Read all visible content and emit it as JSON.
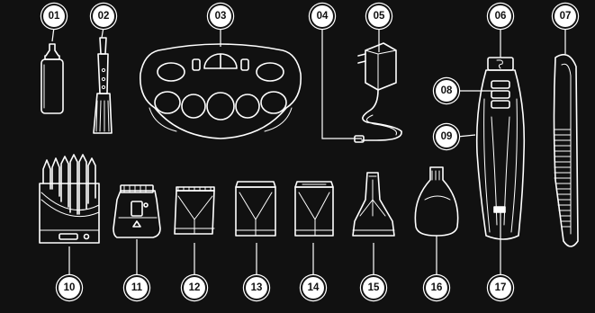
{
  "colors": {
    "background": "#111111",
    "linework": "#ffffff",
    "badge_fill": "#ffffff",
    "badge_text": "#111111"
  },
  "callouts": [
    "01",
    "02",
    "03",
    "04",
    "05",
    "06",
    "07",
    "08",
    "09",
    "10",
    "11",
    "12",
    "13",
    "14",
    "15",
    "16",
    "17"
  ]
}
